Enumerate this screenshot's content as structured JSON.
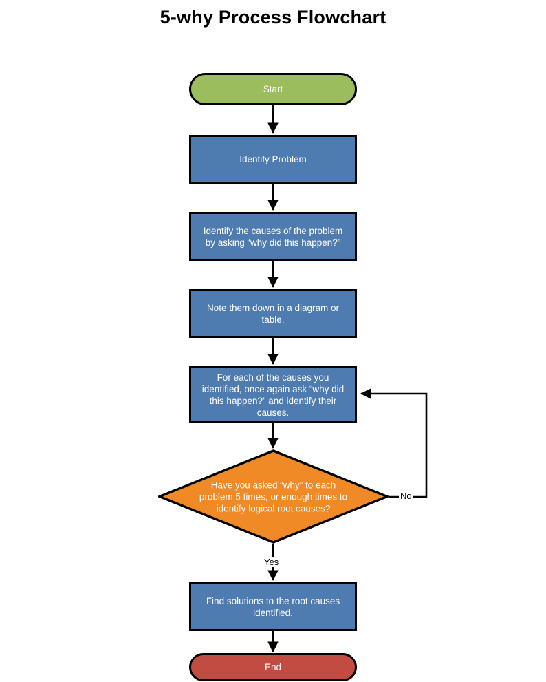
{
  "title": "5-why Process Flowchart",
  "colors": {
    "start_fill": "#9CBD5E",
    "process_fill": "#4E7BB0",
    "decision_fill": "#EF8A26",
    "end_fill": "#C24C42",
    "stroke": "#000000",
    "node_text": "#FFFFFF",
    "label_text": "#000000",
    "background": "#FFFFFF"
  },
  "nodes": {
    "start": {
      "label": "Start",
      "shape": "terminator"
    },
    "identify_problem": {
      "label": "Identify Problem",
      "shape": "process"
    },
    "identify_causes": {
      "label": "Identify the causes of the problem\nby asking “why did this happen?”",
      "shape": "process"
    },
    "note_down": {
      "label": "Note them down in a diagram or\ntable.",
      "shape": "process"
    },
    "ask_again": {
      "label": "For each of the causes you\nidentified, once again ask “why did\nthis happen?” and identify their\ncauses.",
      "shape": "process"
    },
    "decision": {
      "label": "Have you asked “why” to each\nproblem 5 times, or enough times to\nidentify logical root causes?",
      "shape": "decision"
    },
    "find_solutions": {
      "label": "Find solutions to the root causes\nidentified.",
      "shape": "process"
    },
    "end": {
      "label": "End",
      "shape": "terminator"
    }
  },
  "edge_labels": {
    "yes": "Yes",
    "no": "No"
  }
}
